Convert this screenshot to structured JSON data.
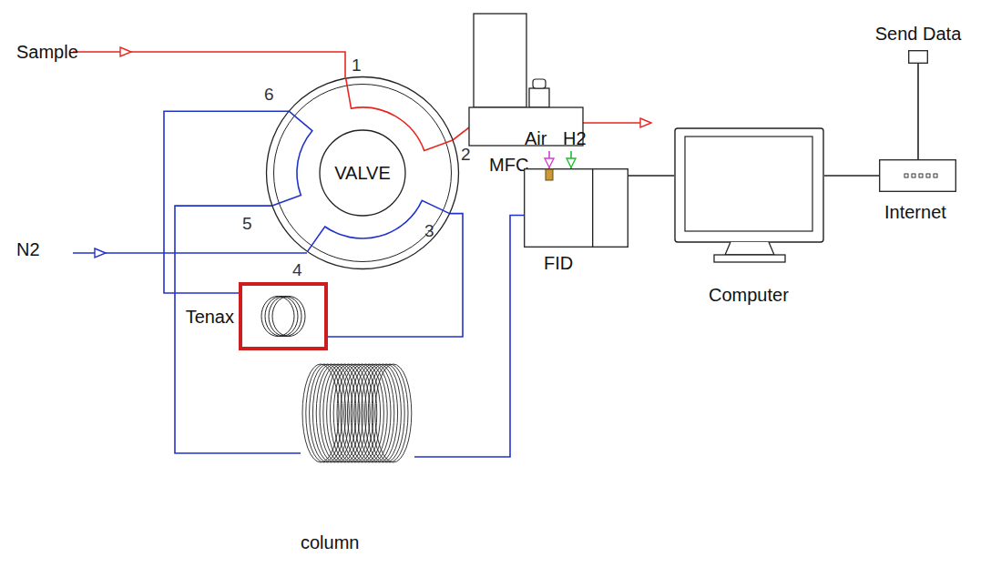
{
  "diagram": {
    "nodes": [
      {
        "text": [
          "VALVE"
        ]
      },
      {
        "text": [
          "MFC"
        ]
      },
      {
        "text": [
          "Tenax"
        ]
      },
      {
        "text": [
          "column"
        ]
      },
      {
        "text": [
          "FID"
        ]
      },
      {
        "text": [
          "Computer"
        ]
      },
      {
        "text": [
          "Internet"
        ]
      },
      {
        "text": [
          "Send Data"
        ]
      }
    ],
    "edges": [
      {
        "from": 0,
        "to": 1,
        "arrow": "none"
      },
      {
        "from": 0,
        "to": 2,
        "arrow": "none"
      },
      {
        "from": 0,
        "to": 2,
        "arrow": "none"
      },
      {
        "from": 0,
        "to": 3,
        "arrow": "none"
      },
      {
        "from": 3,
        "to": 4,
        "arrow": "none"
      },
      {
        "from": 4,
        "to": 5,
        "arrow": "none"
      },
      {
        "from": 5,
        "to": 6,
        "arrow": "none"
      },
      {
        "from": 6,
        "to": 7,
        "arrow": "none"
      }
    ],
    "labels": [
      "Sample",
      "1",
      "2",
      "6",
      "5",
      "3",
      "4",
      "N2",
      "Air",
      "H2"
    ]
  }
}
